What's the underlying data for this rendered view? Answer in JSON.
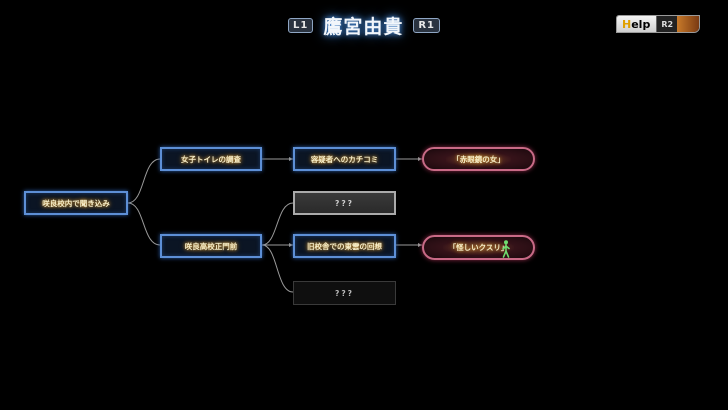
{
  "header": {
    "left_button": "L1",
    "title": "鷹宮由貴",
    "right_button": "R1"
  },
  "help": {
    "first_letter": "H",
    "rest": "elp",
    "key": "R2"
  },
  "nodes": {
    "root": "咲良校内で聞き込み",
    "branch_upper": "女子トイレの調査",
    "branch_lower": "咲良高校正門前",
    "upper_next": "容疑者へのカチコミ",
    "upper_result": "「赤眼鏡の女」",
    "lower_unknown_top": "???",
    "lower_middle": "旧校舎での東雲の回想",
    "lower_result": "「怪しいクスリ」",
    "lower_unknown_bottom": "???"
  },
  "colors": {
    "node_border": "#5d8fd6",
    "pill_border": "#c86a86",
    "connector": "#9a9a9a",
    "title_glow": "#4a8cd8",
    "walker_icon": "#6fdc6f"
  },
  "icons": {
    "walker": "walking-person-icon"
  }
}
